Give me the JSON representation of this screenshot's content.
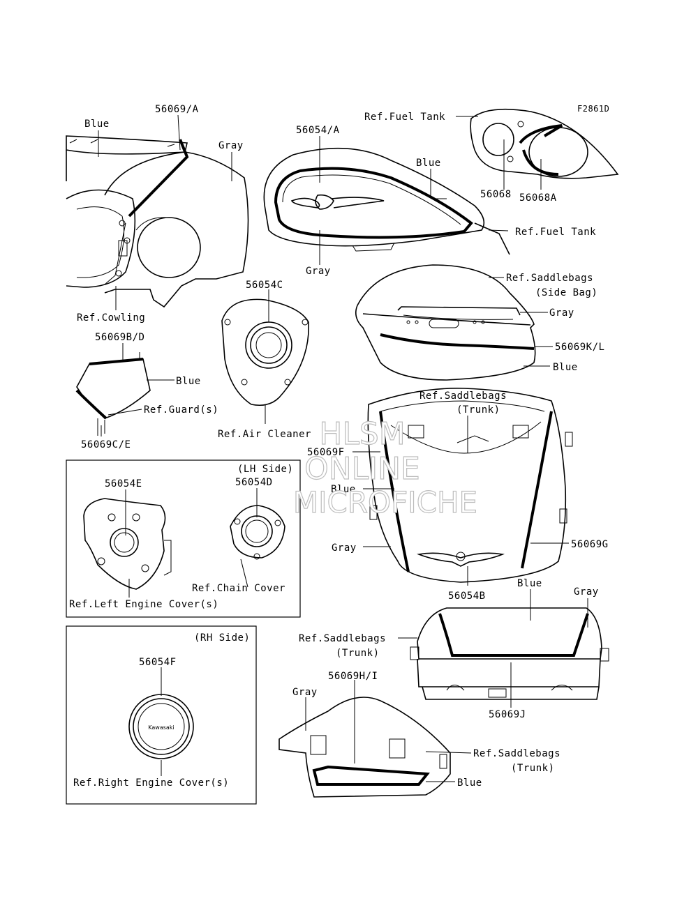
{
  "figure_code": "F2861D",
  "watermark": [
    "HLSM",
    "ONLINE",
    "MICROFICHE"
  ],
  "labels": {
    "blue_cowl": "Blue",
    "p56069A": "56069/A",
    "gray_cowl": "Gray",
    "ref_cowling": "Ref.Cowling",
    "p56054A": "56054/A",
    "blue_tank": "Blue",
    "gray_tank": "Gray",
    "ref_fuel_tank_top": "Ref.Fuel Tank",
    "ref_fuel_tank_right": "Ref.Fuel Tank",
    "p56068": "56068",
    "p56068A": "56068A",
    "p56054C": "56054C",
    "ref_air_cleaner": "Ref.Air Cleaner",
    "p56069BD": "56069B/D",
    "blue_guard": "Blue",
    "ref_guards": "Ref.Guard(s)",
    "p56069CE": "56069C/E",
    "ref_saddlebags_side_1": "Ref.Saddlebags",
    "ref_saddlebags_side_2": "(Side Bag)",
    "gray_sidebag": "Gray",
    "p56069KL": "56069K/L",
    "blue_sidebag": "Blue",
    "ref_saddlebags_trunk_1a": "Ref.Saddlebags",
    "ref_saddlebags_trunk_1b": "(Trunk)",
    "p56069F": "56069F",
    "blue_trunk1": "Blue",
    "gray_trunk1": "Gray",
    "p56069G": "56069G",
    "p56054B": "56054B",
    "lh_side": "(LH Side)",
    "p56054E": "56054E",
    "p56054D": "56054D",
    "ref_chain_cover": "Ref.Chain Cover",
    "ref_left_engine_cover": "Ref.Left Engine Cover(s)",
    "rh_side": "(RH Side)",
    "p56054F": "56054F",
    "ref_right_engine_cover": "Ref.Right Engine Cover(s)",
    "blue_trunk2": "Blue",
    "gray_trunk2": "Gray",
    "ref_saddlebags_trunk_2a": "Ref.Saddlebags",
    "ref_saddlebags_trunk_2b": "(Trunk)",
    "p56069J": "56069J",
    "p56069HI": "56069H/I",
    "gray_trunk3": "Gray",
    "ref_saddlebags_trunk_3a": "Ref.Saddlebags",
    "ref_saddlebags_trunk_3b": "(Trunk)",
    "blue_trunk3": "Blue"
  },
  "cover_brand_text": "Kawasaki"
}
